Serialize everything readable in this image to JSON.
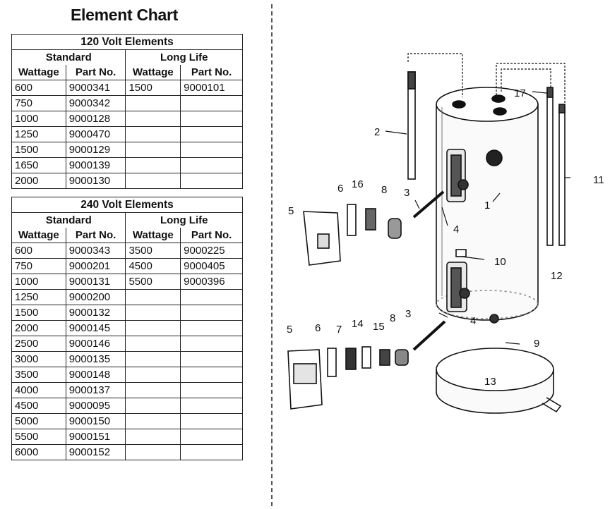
{
  "title": "Element Chart",
  "table_120": {
    "section": "120 Volt Elements",
    "group_standard": "Standard",
    "group_long_life": "Long Life",
    "col_wattage": "Wattage",
    "col_part": "Part No.",
    "rows": [
      [
        "600",
        "9000341",
        "1500",
        "9000101"
      ],
      [
        "750",
        "9000342",
        "",
        ""
      ],
      [
        "1000",
        "9000128",
        "",
        ""
      ],
      [
        "1250",
        "9000470",
        "",
        ""
      ],
      [
        "1500",
        "9000129",
        "",
        ""
      ],
      [
        "1650",
        "9000139",
        "",
        ""
      ],
      [
        "2000",
        "9000130",
        "",
        ""
      ]
    ]
  },
  "table_240": {
    "section": "240 Volt Elements",
    "group_standard": "Standard",
    "group_long_life": "Long Life",
    "col_wattage": "Wattage",
    "col_part": "Part No.",
    "rows": [
      [
        "600",
        "9000343",
        "3500",
        "9000225"
      ],
      [
        "750",
        "9000201",
        "4500",
        "9000405"
      ],
      [
        "1000",
        "9000131",
        "5500",
        "9000396"
      ],
      [
        "1250",
        "9000200",
        "",
        ""
      ],
      [
        "1500",
        "9000132",
        "",
        ""
      ],
      [
        "2000",
        "9000145",
        "",
        ""
      ],
      [
        "2500",
        "9000146",
        "",
        ""
      ],
      [
        "3000",
        "9000135",
        "",
        ""
      ],
      [
        "3500",
        "9000148",
        "",
        ""
      ],
      [
        "4000",
        "9000137",
        "",
        ""
      ],
      [
        "4500",
        "9000095",
        "",
        ""
      ],
      [
        "5000",
        "9000150",
        "",
        ""
      ],
      [
        "5500",
        "9000151",
        "",
        ""
      ],
      [
        "6000",
        "9000152",
        "",
        ""
      ]
    ]
  },
  "diagram": {
    "callouts": [
      "1",
      "2",
      "3",
      "3",
      "4",
      "4",
      "5",
      "5",
      "6",
      "6",
      "7",
      "8",
      "8",
      "9",
      "10",
      "11",
      "12",
      "13",
      "14",
      "15",
      "16",
      "17"
    ]
  }
}
